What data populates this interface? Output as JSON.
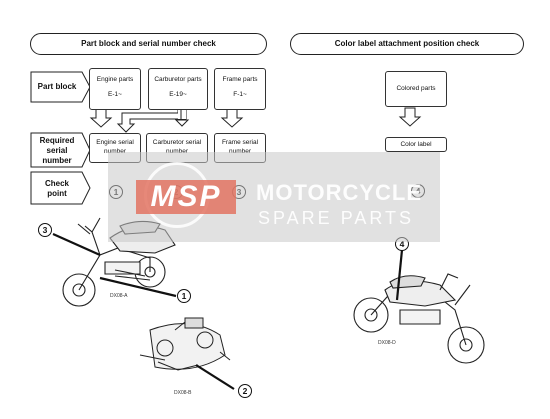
{
  "headers": {
    "left": "Part block and serial number check",
    "right": "Color label attachment position check"
  },
  "row_labels": {
    "part_block": "Part block",
    "required_serial_number": [
      "Required",
      "serial",
      "number"
    ],
    "check_point": [
      "Check",
      "point"
    ]
  },
  "part_blocks": [
    {
      "name": "Engine parts",
      "code": "E-1~"
    },
    {
      "name": "Carburetor parts",
      "code": "E-19~"
    },
    {
      "name": "Frame parts",
      "code": "F-1~"
    }
  ],
  "serial_numbers": [
    [
      "Engine serial",
      "number"
    ],
    [
      "Carburetor serial",
      "number"
    ],
    [
      "Frame serial",
      "number"
    ]
  ],
  "colored_parts": "Colored parts",
  "color_label": "Color label",
  "check_points": [
    "1",
    "2",
    "3",
    "4"
  ],
  "figure_codes": [
    "DX08-A",
    "DX08-B",
    "DX08-D"
  ],
  "watermark": {
    "brand": "MSP",
    "line1": "MOTORCYCLE",
    "line2": "SPARE PARTS"
  }
}
